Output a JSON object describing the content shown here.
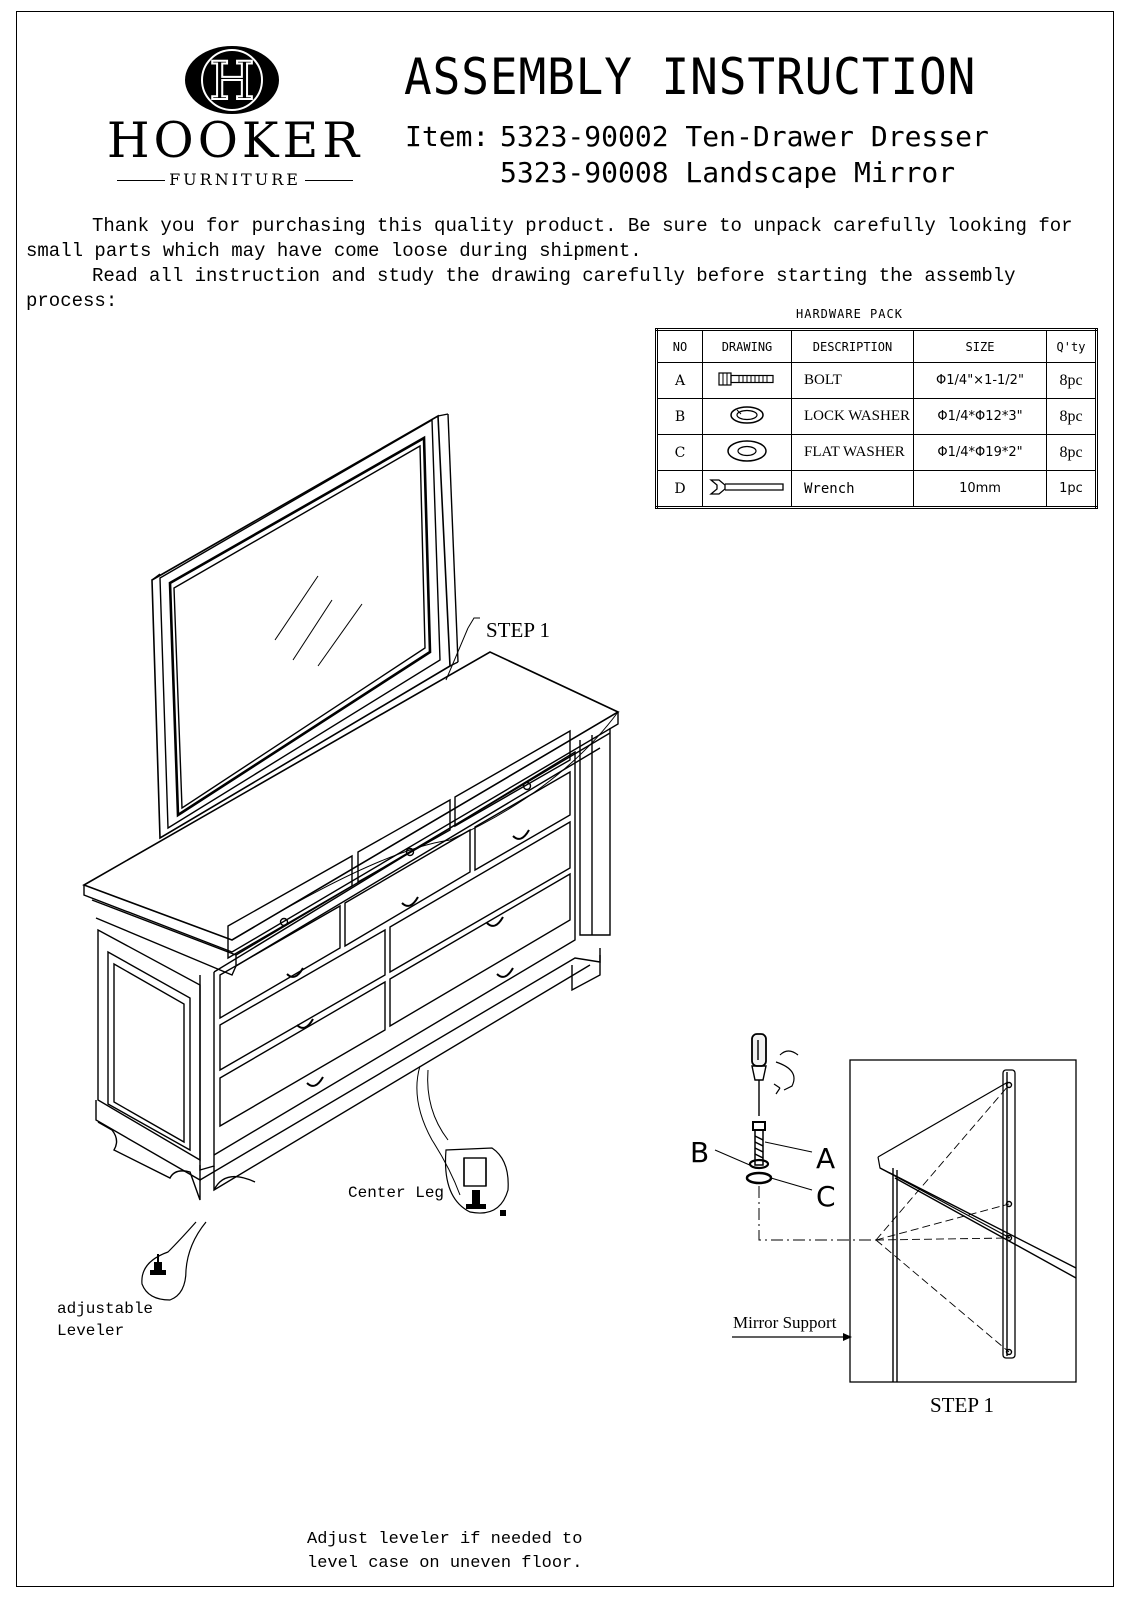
{
  "logo": {
    "monogram": "H",
    "brand_name": "HOOKER",
    "sub_brand": "FURNITURE"
  },
  "header": {
    "title": "ASSEMBLY INSTRUCTION",
    "item_label": "Item:",
    "item_line1": "5323-90002 Ten-Drawer Dresser",
    "item_line2": "5323-90008 Landscape Mirror"
  },
  "intro": {
    "paragraph1": "Thank you for purchasing this quality product. Be sure to unpack carefully looking for small parts which may have come loose during shipment.",
    "paragraph2": "Read all instruction and study the drawing carefully before starting the assembly process:"
  },
  "hardware": {
    "caption": "HARDWARE PACK",
    "columns": [
      "NO",
      "DRAWING",
      "DESCRIPTION",
      "SIZE",
      "Q'ty"
    ],
    "rows": [
      {
        "no": "A",
        "icon": "bolt-icon",
        "description": "BOLT",
        "size": "Φ1/4\"×1-1/2\"",
        "qty": "8pc"
      },
      {
        "no": "B",
        "icon": "lock-washer-icon",
        "description": "LOCK WASHER",
        "size": "Φ1/4*Φ12*3\"",
        "qty": "8pc"
      },
      {
        "no": "C",
        "icon": "flat-washer-icon",
        "description": "FLAT WASHER",
        "size": "Φ1/4*Φ19*2\"",
        "qty": "8pc"
      },
      {
        "no": "D",
        "icon": "wrench-icon",
        "description": "Wrench",
        "size": "10mm",
        "qty": "1pc"
      }
    ]
  },
  "diagram": {
    "step_label_main": "STEP 1",
    "center_leg_label": "Center Leg",
    "leveler_label_1": "adjustable",
    "leveler_label_2": "Leveler",
    "detail_step_label": "STEP 1",
    "mirror_support_label": "Mirror Support",
    "callout_a": "A",
    "callout_b": "B",
    "callout_c": "C"
  },
  "footer_note": {
    "line1": "Adjust leveler if needed to",
    "line2": "level case on uneven floor."
  }
}
